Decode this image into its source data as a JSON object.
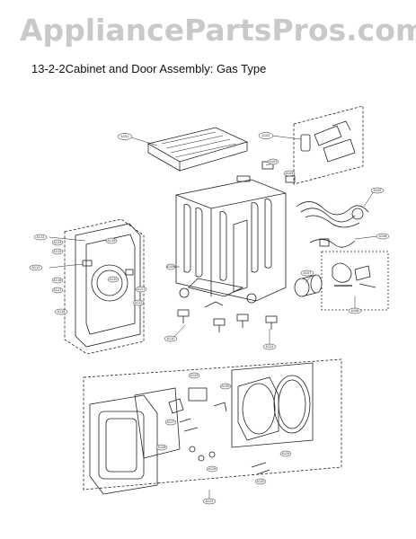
{
  "watermark": "AppliancePartsPros.com",
  "title": "13-2-2Cabinet and Door Assembly: Gas Type",
  "callouts": [
    "A101",
    "A102",
    "A103",
    "A104",
    "A105",
    "A106",
    "A107",
    "A108",
    "A109",
    "A110",
    "A111",
    "A112",
    "A113",
    "A114",
    "A115",
    "A116",
    "A117",
    "A118",
    "A119",
    "A120",
    "A121",
    "A122",
    "A123",
    "A124",
    "A125",
    "A126",
    "A127",
    "A128",
    "A129",
    "A130"
  ]
}
